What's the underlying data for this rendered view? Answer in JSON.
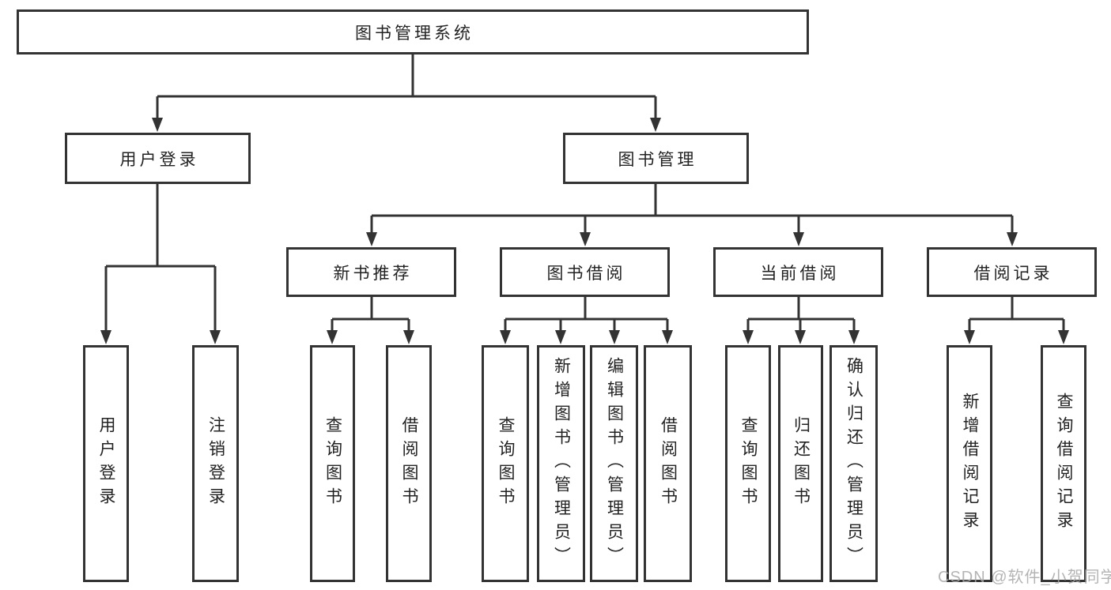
{
  "diagram": {
    "type": "tree",
    "colors": {
      "line": "#333333",
      "box_border": "#333333",
      "box_fill": "#ffffff",
      "text": "#222222",
      "watermark": "#a8a8a8"
    },
    "nodes": {
      "root": "图书管理系统",
      "user_login_branch": "用户登录",
      "book_mgmt_branch": "图书管理",
      "new_book_rec": "新书推荐",
      "book_borrow": "图书借阅",
      "current_borrow": "当前借阅",
      "borrow_record": "借阅记录",
      "ul_user_login": "用户登录",
      "ul_logout": "注销登录",
      "nbr_query_book": "查询图书",
      "nbr_borrow_book": "借阅图书",
      "bb_query_book": "查询图书",
      "bb_add_book": "新增图书（管理员）",
      "bb_edit_book": "编辑图书（管理员）",
      "bb_borrow_book": "借阅图书",
      "cb_query_book": "查询图书",
      "cb_return_book": "归还图书",
      "cb_confirm_return": "确认归还（管理员）",
      "br_add_record": "新增借阅记录",
      "br_query_record": "查询借阅记录"
    }
  },
  "watermark": "CSDN @软件_小贺同学"
}
